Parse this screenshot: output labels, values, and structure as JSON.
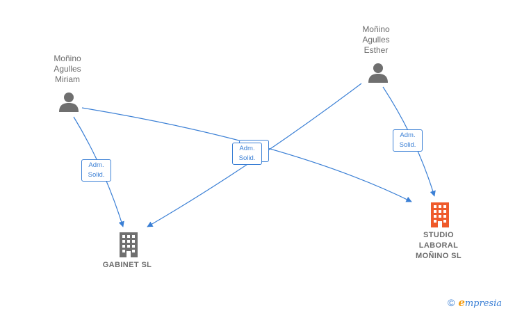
{
  "persons": [
    {
      "id": "p1",
      "name": "Moñino\nAgulles\nMiriam"
    },
    {
      "id": "p2",
      "name": "Moñino\nAgulles\nEsther"
    }
  ],
  "companies": [
    {
      "id": "c1",
      "name": "GABINET  SL",
      "color": "#6f6f6f"
    },
    {
      "id": "c2",
      "name": "STUDIO\nLABORAL\nMOÑINO  SL",
      "color": "#ef5a2a"
    }
  ],
  "relations": [
    {
      "from": "p1",
      "to": "c1",
      "label": "Adm.\nSolid."
    },
    {
      "from": "p1",
      "to": "c2",
      "label": "Adm.\nSolid."
    },
    {
      "from": "p2",
      "to": "c1",
      "label": "Adm.\nSolid."
    },
    {
      "from": "p2",
      "to": "c2",
      "label": "Adm.\nSolid."
    }
  ],
  "colors": {
    "edge": "#3a7fd5",
    "person_icon": "#6f6f6f"
  },
  "brand": {
    "copyright": "©",
    "initial": "e",
    "name": "mpresia"
  }
}
